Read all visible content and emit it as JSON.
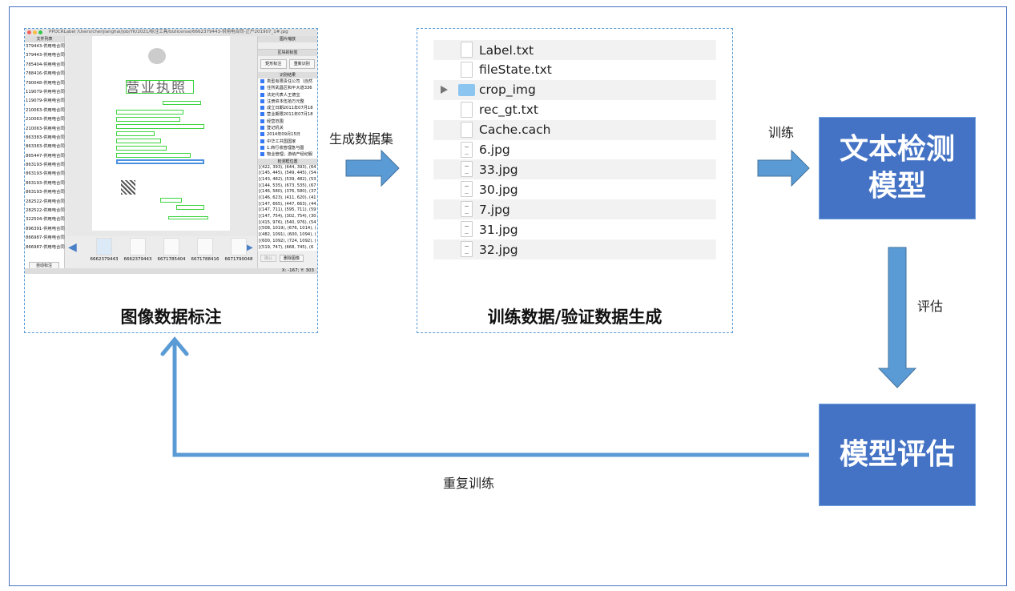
{
  "colors": {
    "frame": "#4472c4",
    "model_box": "#4472c4",
    "arrow": "#5b9bd5",
    "dashed_border": "#5b9bd5"
  },
  "left_panel": {
    "caption": "图像数据标注",
    "app": {
      "title": "PPOCRLabel /Users/chenjianghai/job/YK/2021/标注工具/bizlicense/6662379443-供用电合同-正户201907_1#.jpg",
      "file_list_header": "文件列表",
      "files": [
        "379443-供用电合同",
        "379443-供用电合同",
        "785404-供用电合同",
        "788416-供用电合同",
        "790048-供用电合同",
        "119079-供用电合同",
        "119079-供用电合同",
        "210063-供用电合同",
        "210063-供用电合同",
        "210063-供用电合同",
        "863383-供用电合同",
        "863383-供用电合同",
        "865447-供用电合同",
        "863193-供用电合同",
        "863193-供用电合同",
        "863193-供用电合同",
        "863193-供用电合同",
        "282522-供用电合同",
        "282522-供用电合同",
        "322504-供用电合同",
        "896391-供用电合同",
        "866987-供用电合同",
        "866987-供用电合同"
      ],
      "auto_label_button": "自动标注",
      "doc_title": "营业执照",
      "thumbnails": [
        "6662379443",
        "6662379443",
        "6671785404",
        "6671788416",
        "6671790048"
      ],
      "zoom_header": "图片缩放",
      "edit_header": "区块的标签",
      "rect_label_button": "矩形标注",
      "rerecognize_button": "重新识别",
      "results_header": "识别结果",
      "results": [
        "类型有限责任公司（自然",
        "住所武昌区和平大道336",
        "法定代表人王德宝",
        "注册资本伍拾万元整",
        "成立日期2011年07月18",
        "营业期限2011年07月18",
        "经营范围",
        "登记机关",
        "2014年09月15日",
        "中华工共国国家",
        "1.商行收管理急与图",
        "物业管理；游纳产经纪服"
      ],
      "coords_header": "检测框位置",
      "coords": [
        "[(422, 393), (644, 393), (64",
        "[(145, 445), (549, 445), (54",
        "[(143, 482), (539, 482), (53",
        "[(144, 535), (673, 535), (67",
        "[(146, 580), (376, 580), (37",
        "[(146, 623), (411, 620), (41",
        "[(147, 665), (447, 663), (44",
        "[(147, 711), (595, 711), (59",
        "[(147, 754), (302, 754), (30",
        "[(415, 976), (540, 976), (54",
        "[(508, 1019), (676, 1014), (",
        "[(482, 1091), (600, 1094), (",
        "[(600, 1092), (724, 1092), (",
        "[(519, 747), (668, 745), (6"
      ],
      "confirm_button": "确认",
      "delete_button": "删除图像",
      "cursor_readout": "X: -167; Y: 303"
    }
  },
  "mid_panel": {
    "caption": "训练数据/验证数据生成",
    "files": [
      {
        "name": "Label.txt",
        "icon": "document-icon"
      },
      {
        "name": "fileState.txt",
        "icon": "document-icon"
      },
      {
        "name": "crop_img",
        "icon": "folder-icon",
        "expandable": true
      },
      {
        "name": "rec_gt.txt",
        "icon": "document-icon"
      },
      {
        "name": "Cache.cach",
        "icon": "document-icon"
      },
      {
        "name": "6.jpg",
        "icon": "image-icon"
      },
      {
        "name": "33.jpg",
        "icon": "image-icon"
      },
      {
        "name": "30.jpg",
        "icon": "image-icon"
      },
      {
        "name": "7.jpg",
        "icon": "image-icon"
      },
      {
        "name": "31.jpg",
        "icon": "image-icon"
      },
      {
        "name": "32.jpg",
        "icon": "image-icon"
      }
    ]
  },
  "arrows": {
    "generate_dataset": "生成数据集",
    "train": "训练",
    "evaluate": "评估",
    "retrain": "重复训练"
  },
  "models": {
    "detection_model_line1": "文本检测",
    "detection_model_line2": "模型",
    "evaluation": "模型评估"
  }
}
